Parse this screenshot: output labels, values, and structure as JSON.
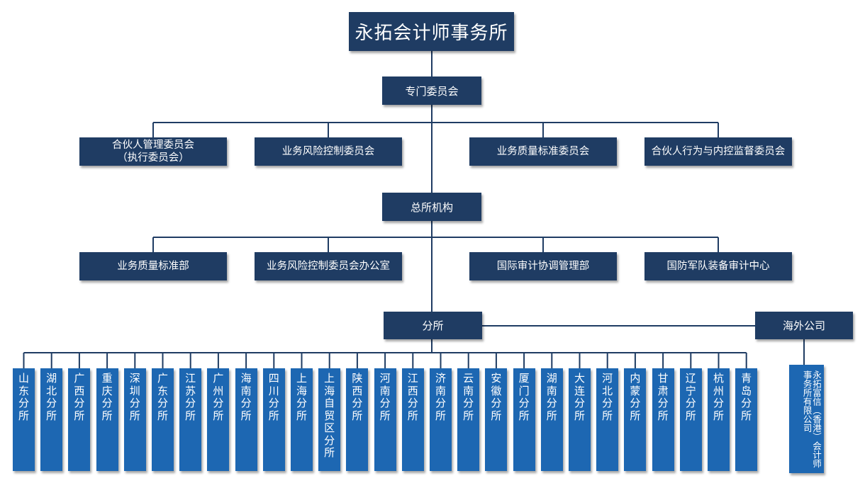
{
  "title": "永拓会计师事务所",
  "special_committee": "专门委员会",
  "committees": [
    "合伙人管理委员会\n（执行委员会）",
    "业务风险控制委员会",
    "业务质量标准委员会",
    "合伙人行为与内控监督委员会"
  ],
  "head_office": "总所机构",
  "departments": [
    "业务质量标准部",
    "业务风险控制委员会办公室",
    "国际审计协调管理部",
    "国防军队装备审计中心"
  ],
  "branches_label": "分所",
  "overseas_label": "海外公司",
  "branches": [
    "山东分所",
    "湖北分所",
    "广西分所",
    "重庆分所",
    "深圳分所",
    "广东分所",
    "江苏分所",
    "广州分所",
    "海南分所",
    "四川分所",
    "上海分所",
    "上海自贸区分所",
    "陕西分所",
    "河南分所",
    "江西分所",
    "济南分所",
    "云南分所",
    "安徽分所",
    "厦门分所",
    "湖南分所",
    "大连分所",
    "河北分所",
    "内蒙分所",
    "甘肃分所",
    "辽宁分所",
    "杭州分所",
    "青岛分所"
  ],
  "overseas_company": "永拓富信（香港）会计师事务所有限公司",
  "colors": {
    "dark_box": "#1f3c63",
    "branch_box": "#1d67b2",
    "connector": "#1f3c63"
  }
}
